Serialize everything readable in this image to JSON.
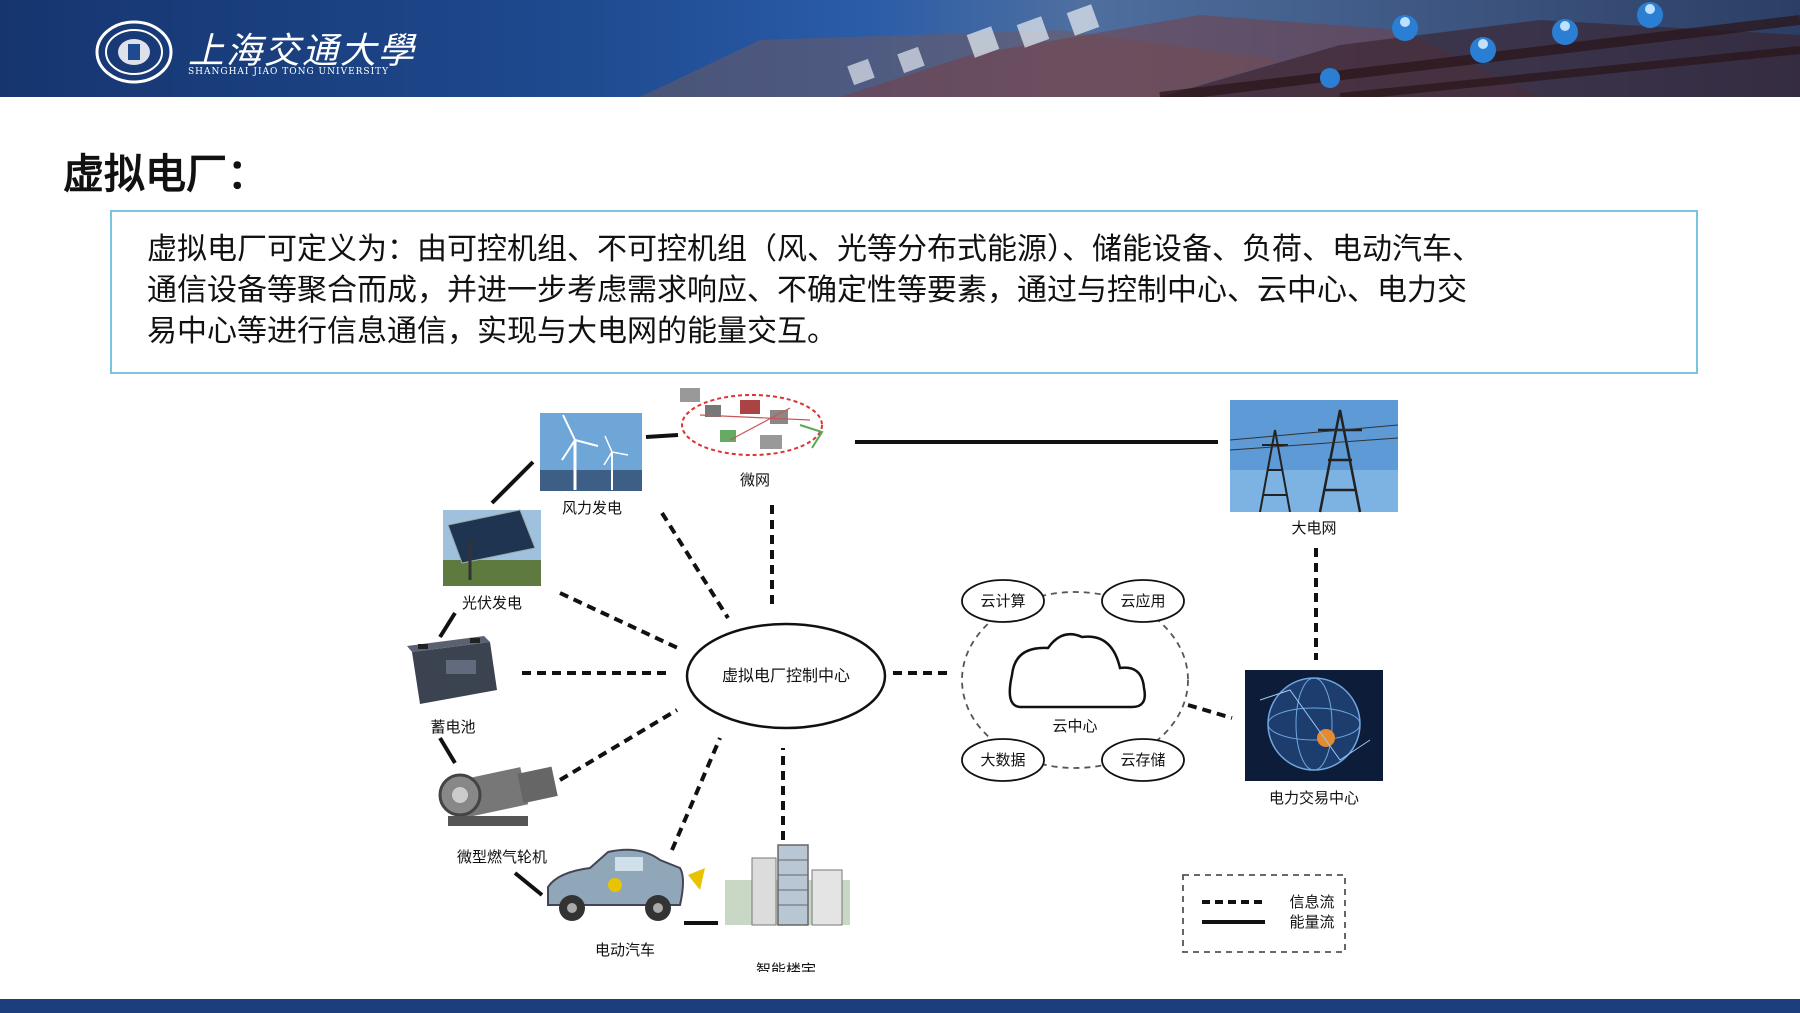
{
  "header": {
    "school_name_cn": "上海交通大學",
    "school_name_en": "SHANGHAI JIAO TONG UNIVERSITY"
  },
  "slide": {
    "title": "虚拟电厂：",
    "definition_lines": [
      "虚拟电厂可定义为：由可控机组、不可控机组（风、光等分布式能源）、储能设备、负荷、电动汽车、",
      "通信设备等聚合而成，并进一步考虑需求响应、不确定性等要素，通过与控制中心、云中心、电力交",
      "易中心等进行信息通信，实现与大电网的能量交互。"
    ]
  },
  "diagram": {
    "control_center": "虚拟电厂控制中心",
    "nodes": {
      "microgrid": "微网",
      "wind": "风力发电",
      "pv": "光伏发电",
      "battery": "蓄电池",
      "turbine": "微型燃气轮机",
      "ev": "电动汽车",
      "building": "智能楼宇",
      "grid": "大电网",
      "exchange": "电力交易中心"
    },
    "cloud": {
      "center": "云中心",
      "compute": "云计算",
      "app": "云应用",
      "bigdata": "大数据",
      "storage": "云存储"
    },
    "legend": {
      "info_flow": "信息流",
      "energy_flow": "能量流"
    },
    "icons": [
      "wind-turbine-photo",
      "solar-panel-photo",
      "battery-icon",
      "gas-turbine-icon",
      "electric-car-icon",
      "smart-building-icon",
      "transmission-tower-photo",
      "globe-network-icon",
      "cloud-icon",
      "microgrid-icon"
    ]
  }
}
